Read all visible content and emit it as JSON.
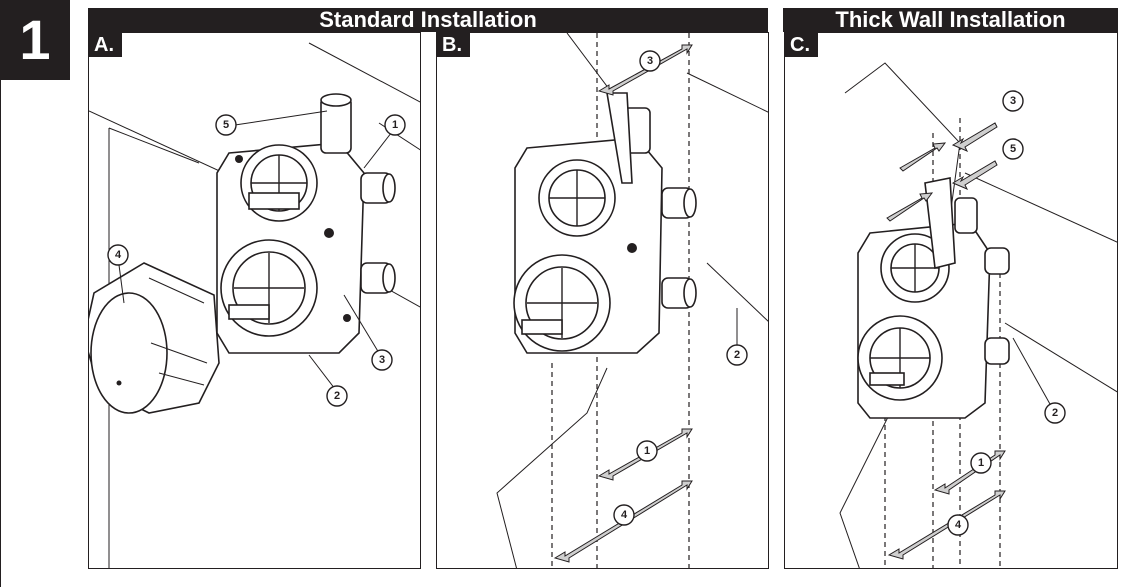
{
  "step_number": "1",
  "headers": {
    "standard": "Standard Installation",
    "thick": "Thick Wall Installation"
  },
  "panels": {
    "a": {
      "tag": "A.",
      "callouts": [
        "5",
        "1",
        "4",
        "3",
        "2"
      ]
    },
    "b": {
      "tag": "B.",
      "callouts": [
        "3",
        "2",
        "1",
        "4"
      ]
    },
    "c": {
      "tag": "C.",
      "callouts": [
        "3",
        "5",
        "2",
        "1",
        "4"
      ]
    }
  },
  "colors": {
    "ink": "#231f20",
    "arrow_fill": "#cfcfcf",
    "paper": "#ffffff"
  }
}
